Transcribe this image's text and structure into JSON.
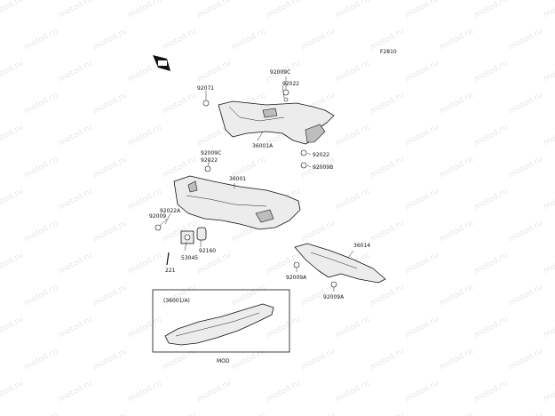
{
  "header": {
    "ref": "F2810"
  },
  "watermark": {
    "text": "motod.ru"
  },
  "callouts": [
    {
      "id": "92009C",
      "text": "92009C"
    },
    {
      "id": "92022",
      "text": "92022"
    },
    {
      "id": "92071",
      "text": "92071"
    },
    {
      "id": "36001A",
      "text": "36001A"
    },
    {
      "id": "92022b",
      "text": "92022"
    },
    {
      "id": "92009B",
      "text": "92009B"
    },
    {
      "id": "92009Cb",
      "text": "92009C"
    },
    {
      "id": "92022c",
      "text": "92022"
    },
    {
      "id": "36001",
      "text": "36001"
    },
    {
      "id": "92022A",
      "text": "92022A"
    },
    {
      "id": "92009",
      "text": "92009"
    },
    {
      "id": "53045",
      "text": "53045"
    },
    {
      "id": "92160",
      "text": "92160"
    },
    {
      "id": "221",
      "text": "221"
    },
    {
      "id": "36014",
      "text": "36014"
    },
    {
      "id": "92009A",
      "text": "92009A"
    },
    {
      "id": "92009Ab",
      "text": "92009A"
    }
  ],
  "inset": {
    "title": "(36001/A)",
    "caption": "MOD"
  },
  "colors": {
    "line": "#111111",
    "watermark": "#e6e6e6",
    "fill": "#ececec"
  }
}
